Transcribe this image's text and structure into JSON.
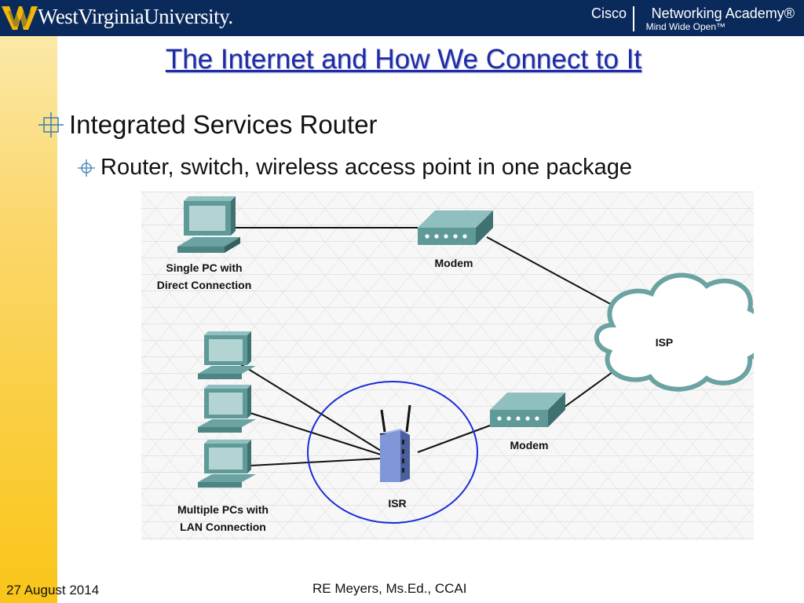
{
  "header": {
    "university_name": "WestVirginiaUniversity.",
    "cisco_word": "Cisco",
    "academy_name": "Networking Academy®",
    "academy_tagline": "Mind Wide Open™"
  },
  "slide": {
    "title": "The Internet and How We Connect to It",
    "bullets": [
      {
        "text": "Integrated Services Router",
        "sub": [
          {
            "text": "Router, switch, wireless access point in one package"
          }
        ]
      }
    ]
  },
  "diagram": {
    "labels": {
      "single_pc_line1": "Single PC with",
      "single_pc_line2": "Direct Connection",
      "modem_top": "Modem",
      "isp": "ISP",
      "modem_bottom": "Modem",
      "isr": "ISR",
      "multi_pc_line1": "Multiple PCs with",
      "multi_pc_line2": "LAN Connection"
    },
    "colors": {
      "device": "#5f9a99",
      "highlight_circle": "#1a2bd6",
      "isr_body": "#7f96d9"
    }
  },
  "footer": {
    "date": "27 August 2014",
    "author": "RE Meyers, Ms.Ed., CCAI"
  }
}
